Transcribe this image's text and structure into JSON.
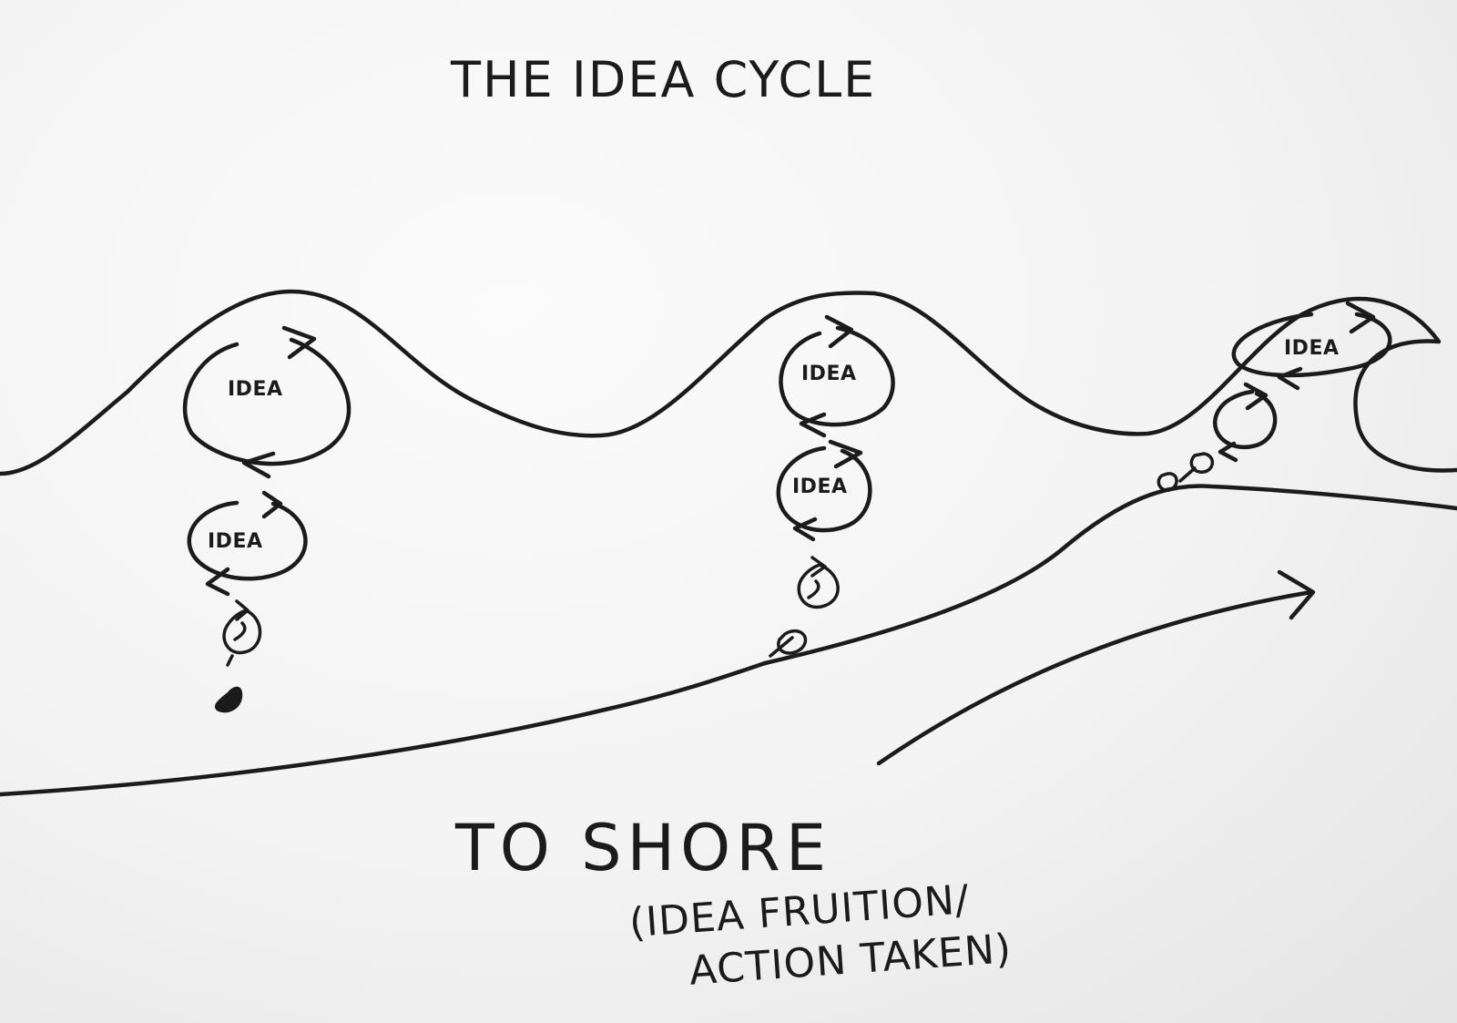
{
  "title": "THE IDEA CYCLE",
  "wave_labels": {
    "wave1_big": "IDEA",
    "wave1_small": "IDEA",
    "wave2_big": "IDEA",
    "wave2_small": "IDEA",
    "wave3_big": "IDEA"
  },
  "shore": {
    "label": "TO SHORE",
    "note_line1": "(IDEA FRUITION/",
    "note_line2": "ACTION TAKEN)"
  }
}
